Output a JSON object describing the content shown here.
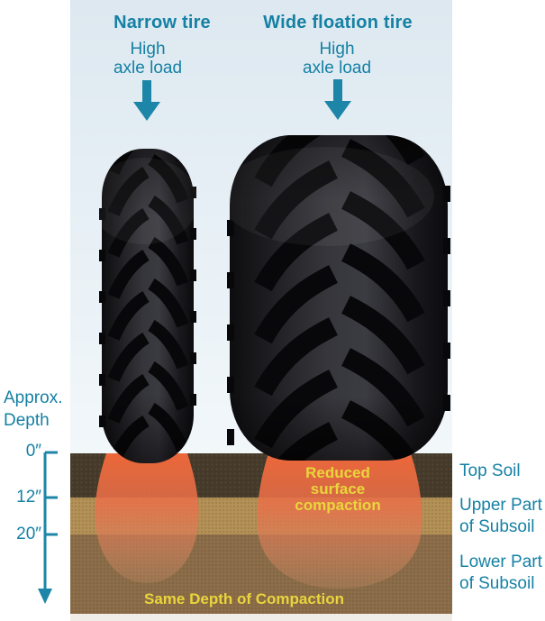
{
  "left_column": {
    "title": "Narrow tire",
    "load_lines": [
      "High",
      "axle load"
    ]
  },
  "right_column": {
    "title": "Wide floation tire",
    "load_lines": [
      "High",
      "axle load"
    ]
  },
  "depth_scale": {
    "label_lines": [
      "Approx.",
      "Depth"
    ],
    "ticks": [
      "0″",
      "12″",
      "20″"
    ]
  },
  "soil_labels": {
    "top_soil": "Top Soil",
    "upper_subsoil_lines": [
      "Upper Part",
      "of Subsoil"
    ],
    "lower_subsoil_lines": [
      "Lower Part",
      "of Subsoil"
    ]
  },
  "annotations": {
    "reduced_lines": [
      "Reduced",
      "surface",
      "compaction"
    ],
    "same_depth": "Same Depth of Compaction"
  },
  "colors": {
    "teal": "#1581a4",
    "yellow": "#e9d53c",
    "sky_top": "#dde8f0",
    "sky_bottom": "#f2f7fa",
    "topsoil_brown": "#453a29",
    "upper_subsoil_tan": "#b39157",
    "lower_subsoil_brown": "#8d6e4a",
    "compaction_orange": "#f1683a",
    "tire_black": "#141417"
  }
}
